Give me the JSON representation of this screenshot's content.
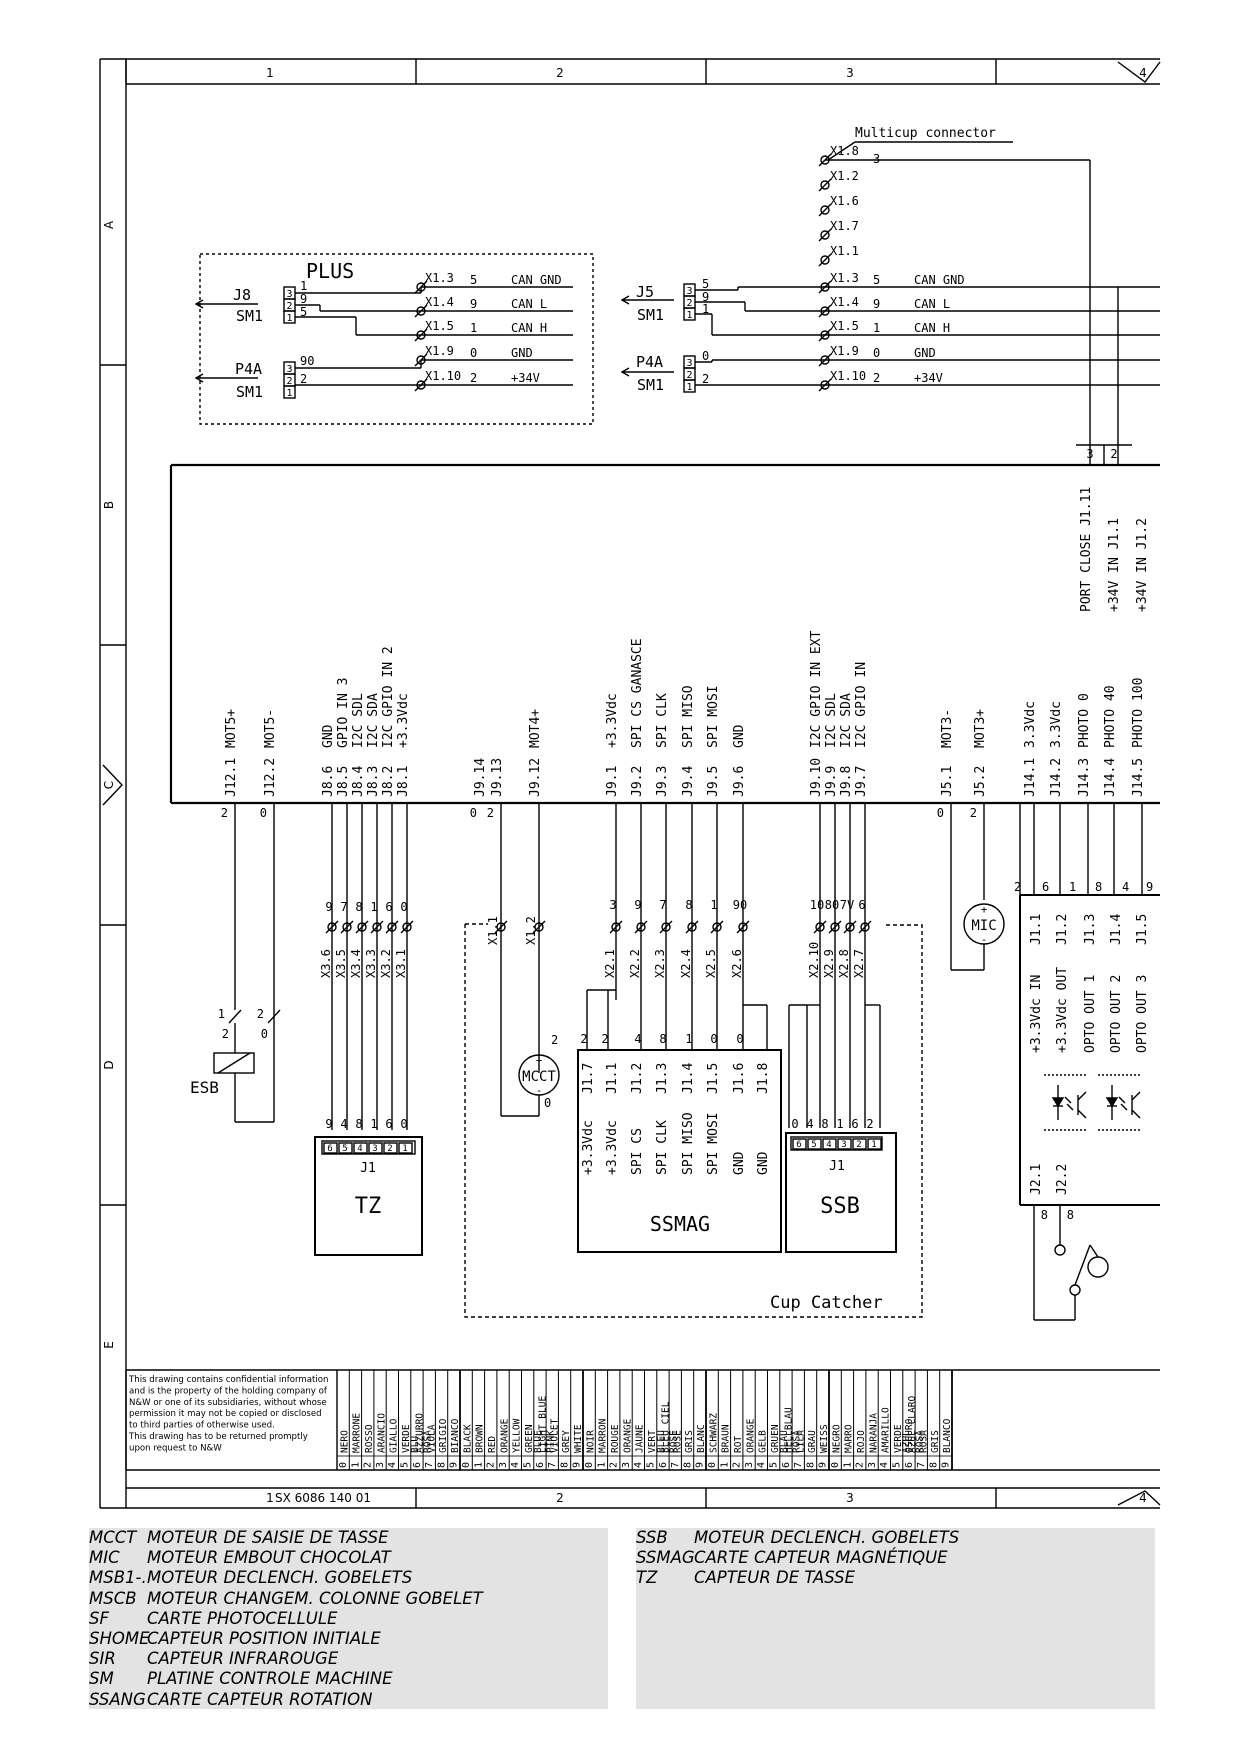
{
  "frame": {
    "columns": [
      "1",
      "2",
      "3",
      "4"
    ],
    "rows": [
      "A",
      "B",
      "C",
      "D",
      "E"
    ],
    "drawing_number": "SX 6086 140 01",
    "confidentiality": [
      "This drawing contains confidential information",
      "and is the property of the holding company of",
      "N&W or one of its subsidiaries, without whose",
      "permission it may not be copied or disclosed",
      "to third parties of otherwise used.",
      "This drawing has to be returned promptly",
      "upon request to N&W"
    ]
  },
  "colors": {
    "line": "#000000",
    "legend_bg": "#e3e3e3"
  },
  "multicup": {
    "title": "Multicup connector",
    "terminals": [
      "X1.8",
      "X1.2",
      "X1.6",
      "X1.7",
      "X1.1",
      "X1.3",
      "X1.4",
      "X1.5",
      "X1.9",
      "X1.10"
    ],
    "pin_top": "3",
    "wires": [
      [
        "5",
        "CAN GND"
      ],
      [
        "9",
        "CAN L"
      ],
      [
        "1",
        "CAN H"
      ],
      [
        "0",
        "GND"
      ],
      [
        "2",
        "+34V"
      ]
    ]
  },
  "plus_block": {
    "title": "PLUS",
    "j8": {
      "name": "J8",
      "sub": "SM1",
      "pins": [
        "3",
        "2",
        "1"
      ],
      "wires": [
        "1",
        "9",
        "5"
      ]
    },
    "p4a": {
      "name": "P4A",
      "sub": "SM1",
      "pins": [
        "3",
        "2",
        "1"
      ],
      "wires": [
        "90",
        "2"
      ]
    },
    "terminals": [
      "X1.3",
      "X1.4",
      "X1.5",
      "X1.9",
      "X1.10"
    ],
    "wires": [
      [
        "5",
        "CAN GND"
      ],
      [
        "9",
        "CAN L"
      ],
      [
        "1",
        "CAN H"
      ],
      [
        "0",
        "GND"
      ],
      [
        "2",
        "+34V"
      ]
    ]
  },
  "right_block": {
    "j5": {
      "name": "J5",
      "sub": "SM1",
      "pins": [
        "3",
        "2",
        "1"
      ],
      "wires": [
        "5",
        "9",
        "1"
      ]
    },
    "p4a": {
      "name": "P4A",
      "sub": "SM1",
      "pins": [
        "3",
        "2",
        "1"
      ],
      "wires": [
        "0",
        "2"
      ]
    }
  },
  "board": {
    "port_pins": [
      "3",
      "2"
    ],
    "top_right_labels": [
      "PORT CLOSE J1.11",
      "+34V IN  J1.1",
      "+34V IN  J1.2"
    ],
    "groups": [
      {
        "labels": [
          "J12.1 MOT5+",
          "J12.2 MOT5-"
        ],
        "wires": [
          "2",
          "0"
        ]
      },
      {
        "labels": [
          "J8.6 GND",
          "J8.5 GPIO IN 3",
          "J8.4 I2C SDL",
          "J8.3 I2C SDA",
          "J8.2 I2C GPIO IN 2",
          "J8.1 +3.3Vdc"
        ]
      },
      {
        "labels": [
          "J9.14",
          "J9.13",
          "J9.12 MOT4+"
        ],
        "wires": [
          "0",
          "2"
        ]
      },
      {
        "labels": [
          "J9.1 +3.3Vdc",
          "J9.2 SPI CS GANASCE",
          "J9.3 SPI CLK",
          "J9.4 SPI MISO",
          "J9.5 SPI MOSI",
          "J9.6 GND"
        ]
      },
      {
        "labels": [
          "J9.10 I2C GPIO IN EXT",
          "J9.9 I2C SDL",
          "J9.8 I2C SDA",
          "J9.7 I2C GPIO IN"
        ]
      },
      {
        "labels": [
          "J5.1 MOT3-",
          "J5.2 MOT3+"
        ],
        "wires": [
          "0",
          "2"
        ]
      },
      {
        "labels": [
          "J14.1 3.3Vdc",
          "J14.2 3.3Vdc",
          "J14.3 PHOTO 0",
          "J14.4 PHOTO 40",
          "J14.5 PHOTO 100"
        ]
      }
    ]
  },
  "connectors": {
    "x3": {
      "terminals": [
        "X3.6",
        "X3.5",
        "X3.4",
        "X3.3",
        "X3.2",
        "X3.1"
      ],
      "wires": [
        "9",
        "7",
        "8",
        "1",
        "6",
        "0"
      ]
    },
    "x1": {
      "terminals": [
        "X1.1",
        "X1.2"
      ]
    },
    "x2a": {
      "terminals": [
        "X2.1",
        "X2.2",
        "X2.3",
        "X2.4",
        "X2.5",
        "X2.6"
      ],
      "wires": [
        "3",
        "9",
        "7",
        "8",
        "1",
        "90"
      ]
    },
    "x2b": {
      "terminals": [
        "X2.10",
        "X2.9",
        "X2.8",
        "X2.7"
      ],
      "wires": [
        "10",
        "80",
        "7V",
        "6"
      ]
    }
  },
  "components": {
    "esb": {
      "name": "ESB",
      "wires": [
        "1",
        "2",
        "2",
        "0"
      ]
    },
    "tz": {
      "name": "TZ",
      "connector": "J1",
      "pins": [
        "6",
        "5",
        "4",
        "3",
        "2",
        "1"
      ],
      "wires": [
        "9",
        "4",
        "8",
        "1",
        "6",
        "0"
      ]
    },
    "mcct": {
      "name": "MCCT",
      "wires": [
        "2",
        "0"
      ],
      "plus": "+",
      "minus": "-"
    },
    "ssmag": {
      "name": "SSMAG",
      "labels": [
        "+3.3Vdc J1.7",
        "+3.3Vdc J1.1",
        "SPI CS J1.2",
        "SPI CLK J1.3",
        "SPI MISO J1.4",
        "SPI MOSI J1.5",
        "GND J1.6",
        "GND J1.8"
      ],
      "wires": [
        "2",
        "2",
        "4",
        "8",
        "1",
        "0",
        "0"
      ]
    },
    "ssb": {
      "name": "SSB",
      "connector": "J1",
      "pins": [
        "6",
        "5",
        "4",
        "3",
        "2",
        "1"
      ],
      "wires": [
        "0",
        "4",
        "8",
        "1",
        "6",
        "2"
      ]
    },
    "cup_catcher": {
      "name": "Cup Catcher"
    },
    "mic": {
      "name": "MIC",
      "plus": "+",
      "minus": "-"
    },
    "opto": {
      "wires": [
        "2",
        "6",
        "1",
        "8",
        "4",
        "9"
      ],
      "labels": [
        "+3.3Vdc IN  J1.1",
        "+3.3Vdc OUT J1.2",
        "OPTO OUT 1  J1.3",
        "OPTO OUT 2  J1.4",
        "OPTO OUT 3  J1.5"
      ],
      "bottom_labels": [
        "J2.1",
        "J2.2"
      ],
      "bottom_wires": [
        "8",
        "8"
      ]
    }
  },
  "color_table": [
    {
      "num": "0",
      "names": [
        "NERO"
      ]
    },
    {
      "num": "1",
      "names": [
        "MARRONE"
      ]
    },
    {
      "num": "2",
      "names": [
        "ROSSO"
      ]
    },
    {
      "num": "3",
      "names": [
        "ARANCIO"
      ]
    },
    {
      "num": "4",
      "names": [
        "GIALLO"
      ]
    },
    {
      "num": "5",
      "names": [
        "VERDE"
      ]
    },
    {
      "num": "6",
      "names": [
        "BLU",
        "AZZURRO"
      ]
    },
    {
      "num": "7",
      "names": [
        "ROSA",
        "VIOLA"
      ]
    },
    {
      "num": "8",
      "names": [
        "GRIGIO"
      ]
    },
    {
      "num": "9",
      "names": [
        "BIANCO"
      ]
    },
    {
      "num": "0",
      "names": [
        "BLACK"
      ]
    },
    {
      "num": "1",
      "names": [
        "BROWN"
      ]
    },
    {
      "num": "2",
      "names": [
        "RED"
      ]
    },
    {
      "num": "3",
      "names": [
        "ORANGE"
      ]
    },
    {
      "num": "4",
      "names": [
        "YELLOW"
      ]
    },
    {
      "num": "5",
      "names": [
        "GREEN"
      ]
    },
    {
      "num": "6",
      "names": [
        "BLUE",
        "LIGHT BLUE"
      ]
    },
    {
      "num": "7",
      "names": [
        "PINK",
        "VIOLET"
      ]
    },
    {
      "num": "8",
      "names": [
        "GREY"
      ]
    },
    {
      "num": "9",
      "names": [
        "WHITE"
      ]
    },
    {
      "num": "0",
      "names": [
        "NOIR"
      ]
    },
    {
      "num": "1",
      "names": [
        "MARRON"
      ]
    },
    {
      "num": "2",
      "names": [
        "ROUGE"
      ]
    },
    {
      "num": "3",
      "names": [
        "ORANGE"
      ]
    },
    {
      "num": "4",
      "names": [
        "JAUNE"
      ]
    },
    {
      "num": "5",
      "names": [
        "VERT"
      ]
    },
    {
      "num": "6",
      "names": [
        "BLEU",
        "BLEU CIEL"
      ]
    },
    {
      "num": "7",
      "names": [
        "ROSE",
        "ROSE"
      ]
    },
    {
      "num": "8",
      "names": [
        "GRIS"
      ]
    },
    {
      "num": "9",
      "names": [
        "BLANC"
      ]
    },
    {
      "num": "0",
      "names": [
        "SCHWARZ"
      ]
    },
    {
      "num": "1",
      "names": [
        "BRAUN"
      ]
    },
    {
      "num": "2",
      "names": [
        "ROT"
      ]
    },
    {
      "num": "3",
      "names": [
        "ORANGE"
      ]
    },
    {
      "num": "4",
      "names": [
        "GELB"
      ]
    },
    {
      "num": "5",
      "names": [
        "GRUEN"
      ]
    },
    {
      "num": "6",
      "names": [
        "BLAU",
        "HELLBLAU"
      ]
    },
    {
      "num": "7",
      "names": [
        "ROSA",
        "LILA"
      ]
    },
    {
      "num": "8",
      "names": [
        "GRAU"
      ]
    },
    {
      "num": "9",
      "names": [
        "WEISS"
      ]
    },
    {
      "num": "0",
      "names": [
        "NEGRO"
      ]
    },
    {
      "num": "1",
      "names": [
        "MARRO"
      ]
    },
    {
      "num": "2",
      "names": [
        "ROJO"
      ]
    },
    {
      "num": "3",
      "names": [
        "NARANJA"
      ]
    },
    {
      "num": "4",
      "names": [
        "AMARILLO"
      ]
    },
    {
      "num": "5",
      "names": [
        "VERDE"
      ]
    },
    {
      "num": "6",
      "names": [
        "AZUL",
        "OSCURO",
        "AZUL CLARO"
      ]
    },
    {
      "num": "7",
      "names": [
        "ROSA",
        "ROSA"
      ]
    },
    {
      "num": "8",
      "names": [
        "GRIS"
      ]
    },
    {
      "num": "9",
      "names": [
        "BLANCO"
      ]
    }
  ],
  "legend_left": [
    {
      "abbr": "MCCT",
      "desc": "MOTEUR DE SAISIE DE TASSE"
    },
    {
      "abbr": "MIC",
      "desc": "MOTEUR EMBOUT CHOCOLAT"
    },
    {
      "abbr": "MSB1-.",
      "desc": "MOTEUR DECLENCH. GOBELETS"
    },
    {
      "abbr": "MSCB",
      "desc": "MOTEUR CHANGEM. COLONNE GOBELET"
    },
    {
      "abbr": "SF",
      "desc": "CARTE PHOTOCELLULE"
    },
    {
      "abbr": "SHOME",
      "desc": "CAPTEUR POSITION INITIALE"
    },
    {
      "abbr": "SIR",
      "desc": "CAPTEUR INFRAROUGE"
    },
    {
      "abbr": "SM",
      "desc": "PLATINE CONTROLE MACHINE"
    },
    {
      "abbr": "SSANG",
      "desc": "CARTE CAPTEUR ROTATION"
    }
  ],
  "legend_right": [
    {
      "abbr": "SSB",
      "desc": "MOTEUR DECLENCH. GOBELETS"
    },
    {
      "abbr": "SSMAG",
      "desc": "CARTE CAPTEUR MAGNÉTIQUE"
    },
    {
      "abbr": "TZ",
      "desc": "CAPTEUR DE TASSE"
    }
  ]
}
